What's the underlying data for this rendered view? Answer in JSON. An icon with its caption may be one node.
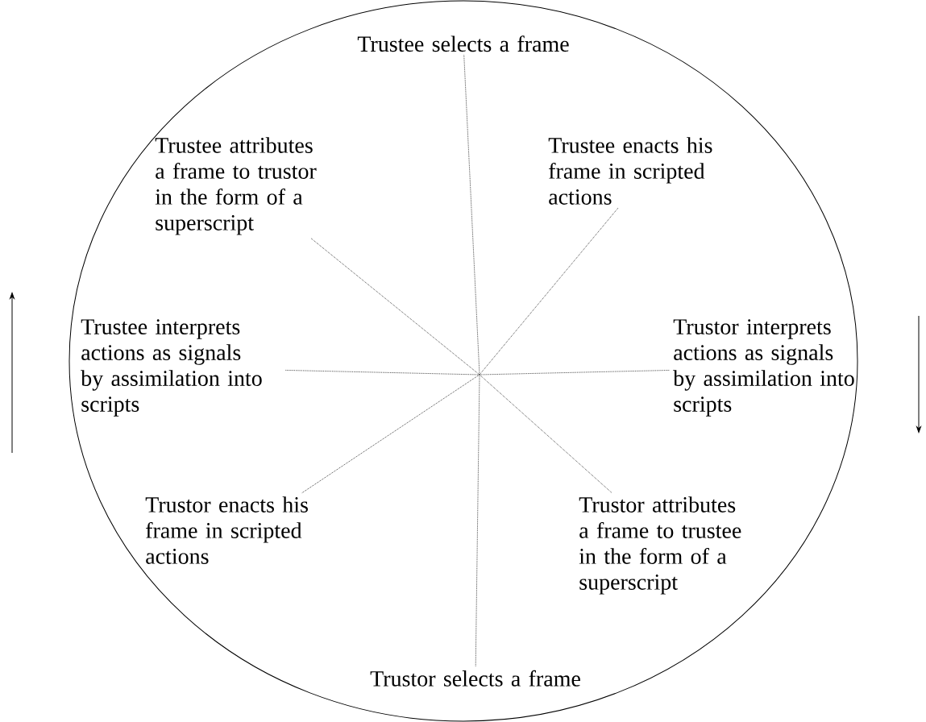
{
  "diagram": {
    "nodes": [
      {
        "text": [],
        "shape": "ellipse"
      },
      {
        "text": [
          "Trustee selects a frame"
        ],
        "in": 0
      },
      {
        "text": [
          "Trustee attributes a frame to trustor in the form of a superscript"
        ],
        "in": 0
      },
      {
        "text": [
          "Trustee enacts his frame in scripted actions"
        ],
        "in": 0
      },
      {
        "text": [
          "Trustee interprets actions as signals by assimilation into scripts"
        ],
        "in": 0
      },
      {
        "text": [
          "Trustor interprets actions as signals by assimilation into scripts"
        ],
        "in": 0
      },
      {
        "text": [
          "Trustor enacts his frame in scripted actions"
        ],
        "in": 0
      },
      {
        "text": [
          "Trustor attributes a frame to trustee in the form of a superscript"
        ],
        "in": 0
      },
      {
        "text": [
          "Trustor selects a frame"
        ],
        "in": 0
      }
    ],
    "edges": [
      {
        "from": 1,
        "to": 8,
        "arrow": "none",
        "style": "dashed"
      },
      {
        "from": 2,
        "to": 7,
        "arrow": "none",
        "style": "dashed"
      },
      {
        "from": 3,
        "to": 6,
        "arrow": "none",
        "style": "dashed"
      },
      {
        "from": 4,
        "to": 5,
        "arrow": "none",
        "style": "dashed"
      }
    ]
  }
}
